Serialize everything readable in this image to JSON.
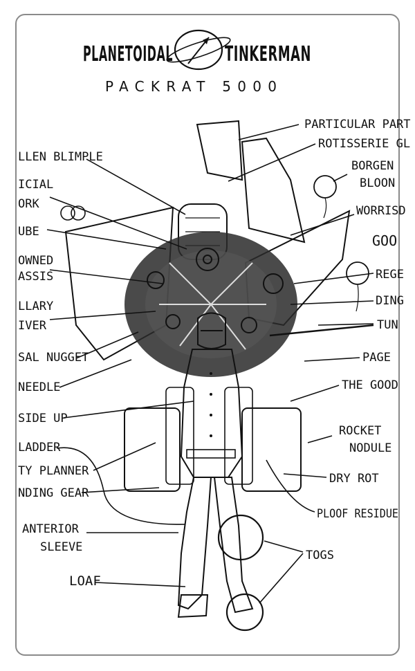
{
  "title": {
    "left": "PLANETOIDAL",
    "right": "TINKERMAN",
    "subtitle": "PACKRAT 5000",
    "logo_icon": "planet-arrow-icon"
  },
  "labels": [
    {
      "key": "particular",
      "text": "PARTICULAR PART"
    },
    {
      "key": "rotisserie",
      "text": "ROTISSERIE GL"
    },
    {
      "key": "borgen1",
      "text": "BORGEN"
    },
    {
      "key": "borgen2",
      "text": "BLOON"
    },
    {
      "key": "worrisd1",
      "text": "WORRISD"
    },
    {
      "key": "worrisd2",
      "text": "GOO"
    },
    {
      "key": "reg",
      "text": "REGE"
    },
    {
      "key": "ding",
      "text": "DING"
    },
    {
      "key": "tun",
      "text": "TUN"
    },
    {
      "key": "page",
      "text": "PAGE"
    },
    {
      "key": "good",
      "text": "THE GOOD"
    },
    {
      "key": "rocket1",
      "text": "ROCKET"
    },
    {
      "key": "rocket2",
      "text": "NODULE"
    },
    {
      "key": "dryrot",
      "text": "DRY ROT"
    },
    {
      "key": "ploof",
      "text": "PLOOF RESIDUE"
    },
    {
      "key": "togs",
      "text": "TOGS"
    },
    {
      "key": "blimple",
      "text": "LLEN BLIMPLE"
    },
    {
      "key": "icial1",
      "text": "ICIAL"
    },
    {
      "key": "icial2",
      "text": "ORK"
    },
    {
      "key": "ube",
      "text": "UBE"
    },
    {
      "key": "owned1",
      "text": "OWNED"
    },
    {
      "key": "owned2",
      "text": "ASSIS"
    },
    {
      "key": "llary1",
      "text": "LLARY"
    },
    {
      "key": "llary2",
      "text": "IVER"
    },
    {
      "key": "nugget",
      "text": "SAL NUGGET"
    },
    {
      "key": "needle",
      "text": "NEEDLE"
    },
    {
      "key": "sideup",
      "text": "SIDE UP"
    },
    {
      "key": "ladder",
      "text": "LADDER"
    },
    {
      "key": "planner",
      "text": "TY PLANNER"
    },
    {
      "key": "gear",
      "text": "NDING GEAR"
    },
    {
      "key": "sleeve1",
      "text": "ANTERIOR"
    },
    {
      "key": "sleeve2",
      "text": "SLEEVE"
    },
    {
      "key": "loaf",
      "text": "LOAF"
    }
  ]
}
